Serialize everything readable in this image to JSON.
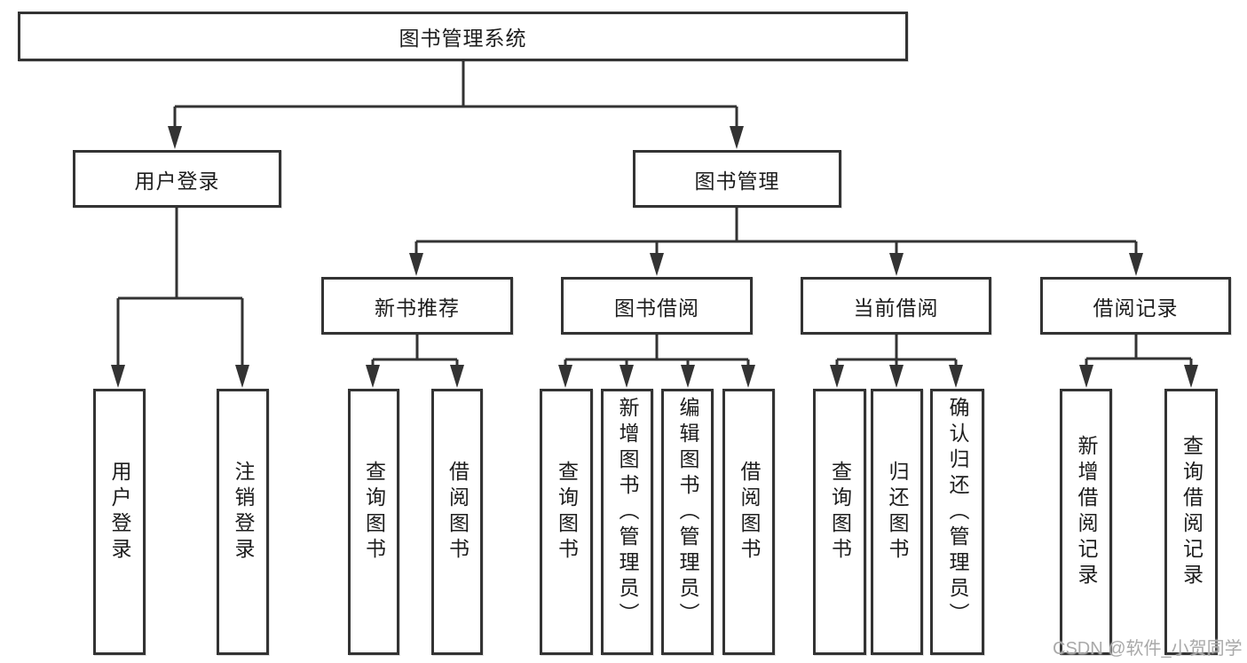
{
  "tree": {
    "root": "图书管理系统",
    "children": [
      {
        "label": "用户登录",
        "children": [
          {
            "label": "用户登录"
          },
          {
            "label": "注销登录"
          }
        ]
      },
      {
        "label": "图书管理",
        "children": [
          {
            "label": "新书推荐",
            "children": [
              {
                "label": "查询图书"
              },
              {
                "label": "借阅图书"
              }
            ]
          },
          {
            "label": "图书借阅",
            "children": [
              {
                "label": "查询图书"
              },
              {
                "label": "新增图书（管理员）"
              },
              {
                "label": "编辑图书（管理员）"
              },
              {
                "label": "借阅图书"
              }
            ]
          },
          {
            "label": "当前借阅",
            "children": [
              {
                "label": "查询图书"
              },
              {
                "label": "归还图书"
              },
              {
                "label": "确认归还（管理员）"
              }
            ]
          },
          {
            "label": "借阅记录",
            "children": [
              {
                "label": "新增借阅记录"
              },
              {
                "label": "查询借阅记录"
              }
            ]
          }
        ]
      }
    ]
  },
  "watermark": "CSDN @软件_小贺同学",
  "colors": {
    "line": "#333333",
    "text": "#1d1d1d",
    "background": "#ffffff",
    "watermark": "#a9a9a9"
  }
}
